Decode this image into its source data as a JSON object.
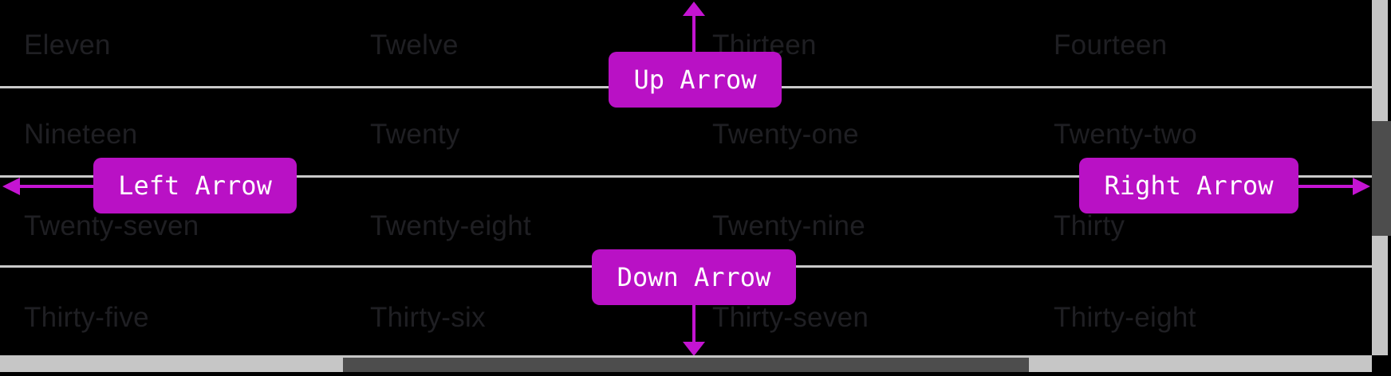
{
  "grid": {
    "rows": [
      [
        "Eleven",
        "Twelve",
        "Thirteen",
        "Fourteen"
      ],
      [
        "Nineteen",
        "Twenty",
        "Twenty-one",
        "Twenty-two"
      ],
      [
        "Twenty-seven",
        "Twenty-eight",
        "Twenty-nine",
        "Thirty"
      ],
      [
        "Thirty-five",
        "Thirty-six",
        "Thirty-seven",
        "Thirty-eight"
      ]
    ],
    "text_color": "#1f1f23",
    "divider_color": "#c9c9c9",
    "background_color": "#000000"
  },
  "annotations": {
    "up": {
      "label": "Up Arrow"
    },
    "left": {
      "label": "Left Arrow"
    },
    "right": {
      "label": "Right Arrow"
    },
    "down": {
      "label": "Down Arrow"
    },
    "box_color": "#b911c5",
    "arrow_color": "#c414d2",
    "label_text_color": "#ffffff"
  },
  "scrollbars": {
    "vertical": {
      "track_color": "#c6c6c6",
      "thumb_color": "#4d4d4d"
    },
    "horizontal": {
      "track_color": "#c6c6c6",
      "thumb_color": "#4d4d4d"
    }
  }
}
